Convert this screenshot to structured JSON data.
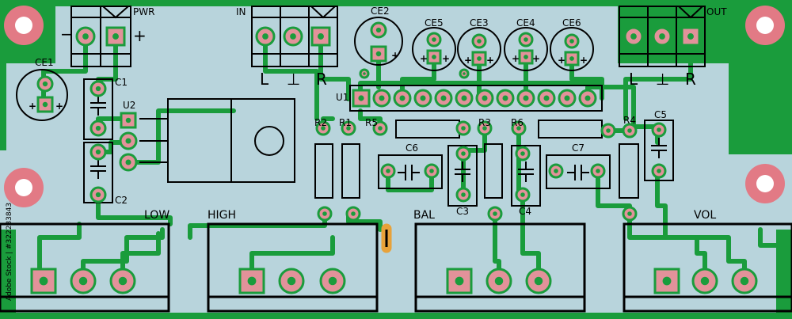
{
  "colors": {
    "board": "#1a9c3c",
    "copper": "#b8d4dc",
    "trace": "#1a9c3c",
    "pad": "#e2929a",
    "outline": "#000000",
    "mount_pad": "#e27a85",
    "drill": "#ffffff"
  },
  "connectors": {
    "pwr": {
      "label": "PWR",
      "minus": "−",
      "plus": "+"
    },
    "in": {
      "label": "IN",
      "pin_labels": [
        "L",
        "⊥",
        "R"
      ]
    },
    "out": {
      "label": "OUT",
      "pin_labels": [
        "L",
        "⊥",
        "R"
      ]
    }
  },
  "components": {
    "ce1": "CE1",
    "ce2": "CE2",
    "ce3": "CE3",
    "ce4": "CE4",
    "ce5": "CE5",
    "ce6": "CE6",
    "c1": "C1",
    "c2": "C2",
    "c3": "C3",
    "c4": "C4",
    "c5": "C5",
    "c6": "C6",
    "c7": "C7",
    "u1": "U1",
    "u2": "U2",
    "r1": "R1",
    "r2": "R2",
    "r3": "R3",
    "r4": "R4",
    "r5": "R5",
    "r6": "R6",
    "cap_polarity": "+"
  },
  "potentiometers": [
    {
      "label": "LOW"
    },
    {
      "label": "HIGH"
    },
    {
      "label": "BAL"
    },
    {
      "label": "VOL"
    }
  ],
  "watermark": "Adobe Stock | #322283843"
}
